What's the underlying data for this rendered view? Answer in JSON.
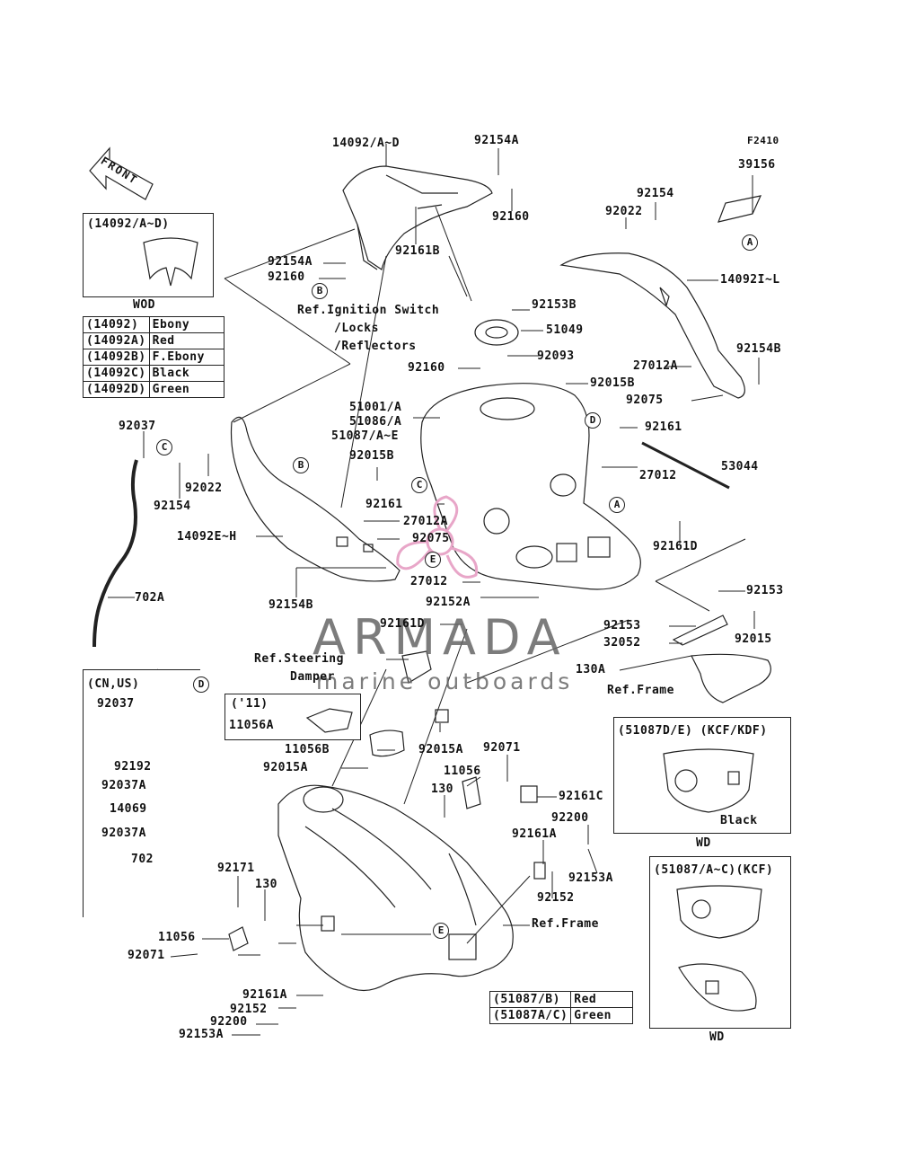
{
  "figure_code": "F2410",
  "front_label": "FRONT",
  "watermark": {
    "brand": "ARMADA",
    "tagline": "marine outboards",
    "color": "#e8a6c8"
  },
  "callouts": [
    "A",
    "B",
    "C",
    "D",
    "E"
  ],
  "part_labels": {
    "p14092AD": "14092/A~D",
    "p92154A_top": "92154A",
    "p92160_top": "92160",
    "p92161B": "92161B",
    "p92154A_left": "92154A",
    "p92160_left": "92160",
    "p39156": "39156",
    "p92154_r": "92154",
    "p92022_r": "92022",
    "p14092IL": "14092I~L",
    "p92153B": "92153B",
    "p51049": "51049",
    "p92093": "92093",
    "p92160_mid": "92160",
    "p27012A_r": "27012A",
    "p92154B_r": "92154B",
    "p92015B_r": "92015B",
    "p92075_r": "92075",
    "p51001": "51001/A",
    "p51086": "51086/A",
    "p51087": "51087/A~E",
    "p92161_r": "92161",
    "p92015B_l": "92015B",
    "p53044": "53044",
    "p27012_r": "27012",
    "p92161_l": "92161",
    "p27012A_l": "27012A",
    "p92075_l": "92075",
    "p92161D_r": "92161D",
    "p27012_l": "27012",
    "p92152A": "92152A",
    "p92037_top": "92037",
    "p92022_l": "92022",
    "p92154_l": "92154",
    "p14092EH": "14092E~H",
    "p702A": "702A",
    "p92154B_l": "92154B",
    "p92153_r": "92153",
    "p92153_r2": "92153",
    "p32052": "32052",
    "p92015_r": "92015",
    "p130A": "130A",
    "p92161D_l": "92161D",
    "p11056A": "11056A",
    "p11056B": "11056B",
    "p92015A_l": "92015A",
    "p92015A_r": "92015A",
    "p92071_r": "92071",
    "p11056_r": "11056",
    "p130_r": "130",
    "p92161C": "92161C",
    "p92200_r": "92200",
    "p92161A_r": "92161A",
    "p92153A_r": "92153A",
    "p92152_r": "92152",
    "p92171": "92171",
    "p130_l": "130",
    "p11056_l": "11056",
    "p92071_l": "92071",
    "p92161A_l": "92161A",
    "p92152_l": "92152",
    "p92200_l": "92200",
    "p92153A_l": "92153A",
    "p92037_cn": "92037",
    "p92192": "92192",
    "p92037A_1": "92037A",
    "p14069": "14069",
    "p92037A_2": "92037A",
    "p702": "702"
  },
  "ref_labels": {
    "ignition_line1": "Ref.Ignition Switch",
    "ignition_line2": "/Locks",
    "ignition_line3": "/Reflectors",
    "steering_line1": "Ref.Steering",
    "steering_line2": "Damper",
    "frame_right": "Ref.Frame",
    "frame_bottom": "Ref.Frame"
  },
  "inset_boxes": {
    "wod_box": {
      "title": "(14092/A~D)",
      "caption": "WOD"
    },
    "cn_us_box": {
      "title": "(CN,US)"
    },
    "y11_box": {
      "title": "('11)",
      "part": "11056A"
    },
    "kcf_kdf_box": {
      "title": "(51087D/E) (KCF/KDF)",
      "color_note": "Black",
      "caption": "WD"
    },
    "kcf_box": {
      "title": "(51087/A~C)(KCF)",
      "caption": "WD"
    }
  },
  "color_table_cover": [
    {
      "code": "(14092)",
      "color": "Ebony"
    },
    {
      "code": "(14092A)",
      "color": "Red"
    },
    {
      "code": "(14092B)",
      "color": "F.Ebony"
    },
    {
      "code": "(14092C)",
      "color": "Black"
    },
    {
      "code": "(14092D)",
      "color": "Green"
    }
  ],
  "color_table_tank": [
    {
      "code": "(51087/B)",
      "color": "Red"
    },
    {
      "code": "(51087A/C)",
      "color": "Green"
    }
  ]
}
